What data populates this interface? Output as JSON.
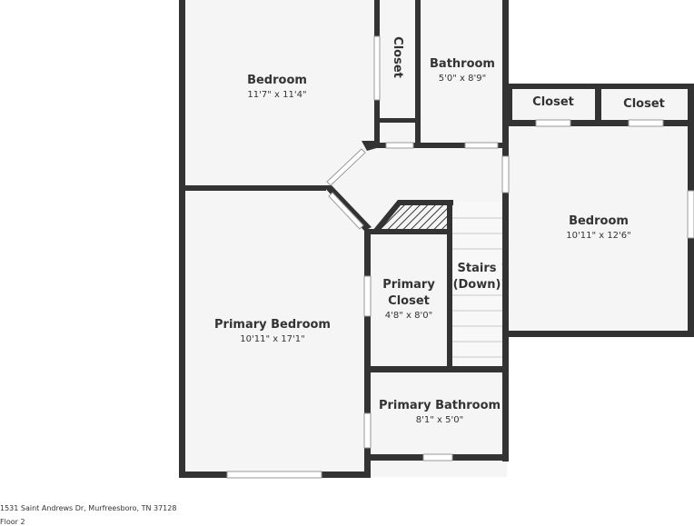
{
  "rooms": {
    "bedroom_nw": {
      "name": "Bedroom",
      "dims": "11'7\" x 11'4\""
    },
    "closet_north": {
      "name": "Closet"
    },
    "bathroom": {
      "name": "Bathroom",
      "dims": "5'0\" x 8'9\""
    },
    "closet_east_1": {
      "name": "Closet"
    },
    "closet_east_2": {
      "name": "Closet"
    },
    "bedroom_east": {
      "name": "Bedroom",
      "dims": "10'11\" x 12'6\""
    },
    "primary_bedroom": {
      "name": "Primary Bedroom",
      "dims": "10'11\" x 17'1\""
    },
    "primary_closet": {
      "name_line1": "Primary",
      "name_line2": "Closet",
      "dims": "4'8\" x 8'0\""
    },
    "stairs": {
      "line1": "Stairs",
      "line2": "(Down)"
    },
    "primary_bathroom": {
      "name": "Primary Bathroom",
      "dims": "8'1\" x 5'0\""
    }
  },
  "footer": {
    "address": "1531 Saint Andrews Dr, Murfreesboro, TN 37128",
    "floor": "Floor 2"
  },
  "colors": {
    "wall": "#333333",
    "floor": "#f5f5f5",
    "text": "#333333"
  }
}
